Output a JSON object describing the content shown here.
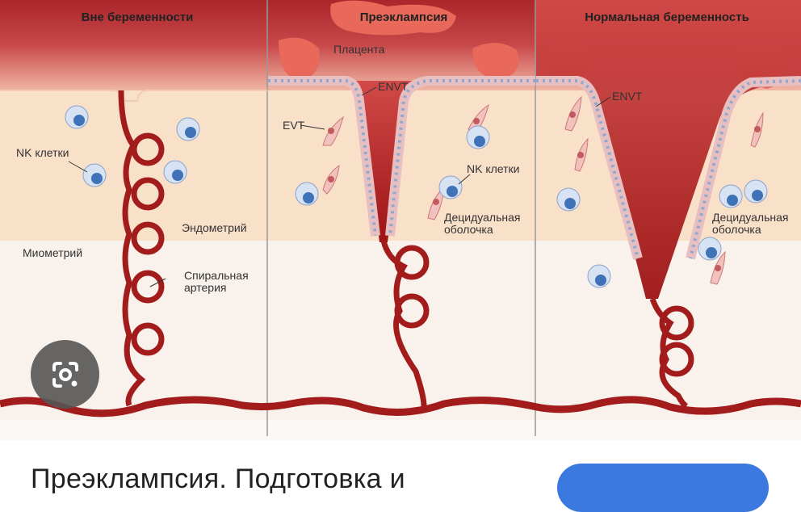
{
  "diagram": {
    "panels": [
      {
        "title": "Вне беременности",
        "labels": {
          "nk": "NK клетки",
          "endometrium": "Эндометрий",
          "myometrium": "Миометрий",
          "artery_1": "Спиральная",
          "artery_2": "артерия"
        }
      },
      {
        "title": "Преэклампсия",
        "labels": {
          "placenta": "Плацента",
          "envt": "ENVT",
          "evt": "EVT",
          "nk": "NK клетки",
          "decidua_1": "Децидуальная",
          "decidua_2": "оболочка"
        }
      },
      {
        "title": "Нормальная беременность",
        "labels": {
          "envt": "ENVT",
          "decidua_1": "Децидуальная",
          "decidua_2": "оболочка"
        }
      }
    ]
  },
  "lens_button": {
    "icon": "lens-camera-icon"
  },
  "result": {
    "title": "Преэклампсия. Подготовка и",
    "button_label": ""
  },
  "colors": {
    "artery": "#a31c1c",
    "endometrium": "#f9e0c9",
    "myometrium": "#f8f1ec",
    "accent": "#3b78e0"
  }
}
